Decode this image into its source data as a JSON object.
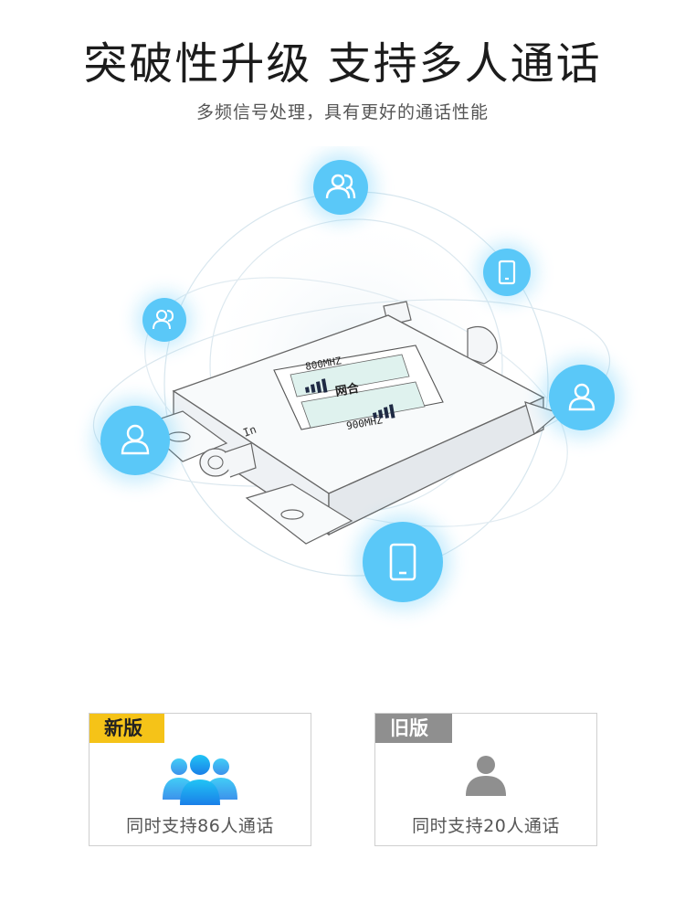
{
  "header": {
    "title": "突破性升级 支持多人通话",
    "subtitle": "多频信号处理，具有更好的通话性能"
  },
  "device": {
    "label_top": "800MHZ",
    "label_mid": "网合",
    "label_bottom": "900MHZ",
    "antenna_label": "In",
    "accent_color": "#5ac8f8"
  },
  "comparison": {
    "new": {
      "tag": "新版",
      "text": "同时支持86人通话",
      "tag_color": "#f5c318",
      "icon": "group-users-icon"
    },
    "old": {
      "tag": "旧版",
      "text": "同时支持20人通话",
      "tag_color": "#8f8f8f",
      "icon": "single-user-icon"
    }
  }
}
